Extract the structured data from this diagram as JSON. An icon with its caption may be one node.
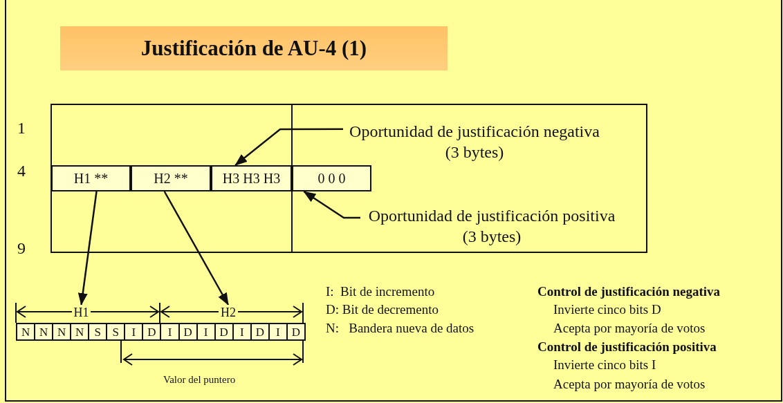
{
  "diagram": {
    "title": "Justificación de AU-4 (1)",
    "nodes": [
      {
        "text": [
          "H1 **"
        ]
      },
      {
        "text": [
          "H2 **"
        ]
      },
      {
        "text": [
          "H3 H3 H3"
        ]
      },
      {
        "text": [
          "0 0 0"
        ]
      },
      {
        "text": [
          "Oportunidad de justificación negativa",
          "(3 bytes)"
        ]
      },
      {
        "text": [
          "Oportunidad de justificación positiva",
          "(3 bytes)"
        ]
      },
      {
        "text": [
          "H1"
        ]
      },
      {
        "text": [
          "H2"
        ]
      }
    ],
    "edges": [
      {
        "from": 4,
        "to": 2,
        "arrow": "to"
      },
      {
        "from": 5,
        "to": 3,
        "arrow": "to"
      },
      {
        "from": 0,
        "to": 6,
        "arrow": "to"
      },
      {
        "from": 1,
        "to": 7,
        "arrow": "to"
      }
    ],
    "labels": [
      "1",
      "4",
      "9",
      "N",
      "N",
      "N",
      "N",
      "S",
      "S",
      "I",
      "D",
      "I",
      "D",
      "I",
      "D",
      "I",
      "D",
      "I",
      "D",
      "Valor del puntero",
      "I:  Bit de incremento",
      "D: Bit de decremento",
      "N:   Bandera nueva de datos",
      "Control de justificación negativa",
      "Invierte cinco bits D",
      "Acepta por mayoría de votos",
      "Control de justificación positiva",
      "Invierte cinco bits I",
      "Acepta por mayoría de votos"
    ]
  }
}
